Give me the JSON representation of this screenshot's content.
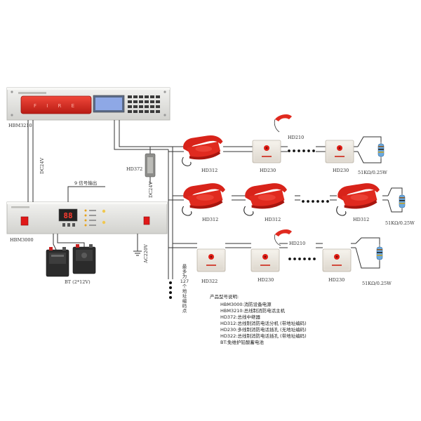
{
  "colors": {
    "panel": "#e6e6e4",
    "panel_edge": "#b9b9b5",
    "red": "#e02a1f",
    "display_blue": "#8ea8e6",
    "wire": "#333333",
    "led": "#e01818"
  },
  "labels": {
    "hbm3210": "HBM3210",
    "hbm3000": "HBM3000",
    "dc24v_left": "DC24V",
    "signal_output": "9 信号输出",
    "hd372": "HD372",
    "dc24v_mid": "DC24V",
    "ac220v": "AC220V",
    "bt": "BT (2*12V)",
    "max127_lines": [
      "最",
      "多",
      "为",
      "127",
      "个",
      "地",
      "址",
      "编",
      "码",
      "点"
    ],
    "display_digits": "88",
    "panel_red_text": "F I R E",
    "row1": {
      "phone1": "HD312",
      "jack1": "HD230",
      "jack2": "HD230",
      "resistor": "51KΩ/0.25W",
      "hd210_small": "HD210"
    },
    "row2": {
      "phone1": "HD312",
      "phone2": "HD312",
      "phone3": "HD312",
      "resistor": "51KΩ/0.25W"
    },
    "row3": {
      "jack1": "HD322",
      "jack2": "HD230",
      "jack3": "HD230",
      "resistor": "51KΩ/0.25W",
      "hd210_small": "HD210"
    }
  },
  "legend": {
    "title": "产品型号说明:",
    "lines": [
      "HBM3000:消防设备电源",
      "HBM3210:总线制消防电话主机",
      "HD372:总线中继器",
      "HD312:总线制消防电话分机 (带地址编码)",
      "HD230:多线制消防电话插孔 (无地址编码)",
      "HD322:总线制消防电话插孔 (带地址编码)",
      "BT:免维护铅酸蓄电池"
    ]
  },
  "icons": [
    "telephone-handset-icon",
    "phone-jack-icon",
    "resistor-icon",
    "battery-icon",
    "ground-icon"
  ]
}
